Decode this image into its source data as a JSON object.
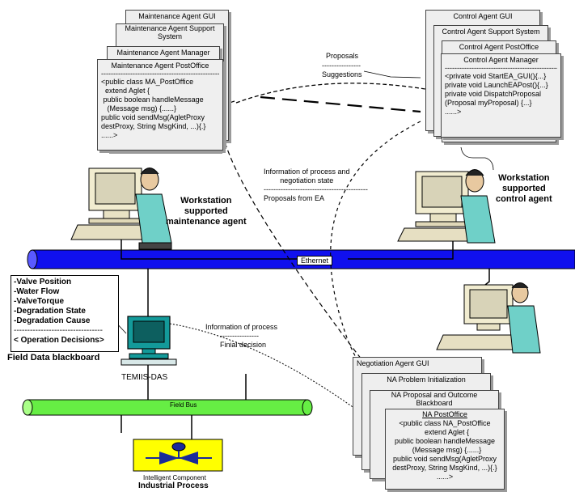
{
  "maintenance_cards": {
    "gui": "Maintenance Agent GUI",
    "support": "Maintenance Agent Support System",
    "manager": "Maintenance Agent Manager",
    "postoffice_title": "Maintenance Agent PostOffice",
    "postoffice_sep": "------------------------------------------------------",
    "postoffice_code": [
      "<public class MA_PostOffice",
      "  extend Aglet {",
      " public boolean handleMessage",
      "   (Message msg) {......}",
      "public void sendMsg(AgletProxy",
      "destProxy, String MsgKind, ...){.}",
      "......>"
    ]
  },
  "control_cards": {
    "gui": "Control Agent GUI",
    "support": "Control  Agent Support System",
    "postoffice": "Control Agent PostOffice",
    "manager_title": "Control Agent Manager",
    "manager_sep": "------------------------------------------------------",
    "manager_code": [
      "<private void StartEA_GUI(){...}",
      "private void LaunchEAPost(){...}",
      "private void DispatchProposal",
      "(Proposal myProposal) {...}",
      "......>"
    ]
  },
  "negotiation_cards": {
    "gui": "Negotiation Agent GUI",
    "problem": "NA Problem Initialization",
    "proposal": "NA Proposal and Outcome Blackboard",
    "postoffice_title": "NA PostOffice",
    "postoffice_code": [
      "<public class NA_PostOffice",
      "  extend Aglet {",
      "public boolean handleMessage",
      "  (Message msg) {......}",
      "public void sendMsg(AgletProxy",
      "destProxy, String MsgKind, ...){.}",
      "......>"
    ]
  },
  "labels": {
    "proposals": "Proposals",
    "proposals_sep": "----------------",
    "suggestions": "Suggestions",
    "info_process_state": "Information of process and\nnegotiation state",
    "info_sep": "-------------------------------------------",
    "proposals_from_ea": "Proposals from EA",
    "ws_maintenance": "Workstation\nsupported\nmaintenance agent",
    "ws_control": "Workstation\nsupported\ncontrol agent",
    "ethernet": "Ethernet",
    "field_bus": "Field Bus",
    "info_process": "Information of process",
    "info_process_sep": "----------------",
    "finial_decision": "Finial decision",
    "temiis": "TEMIIS-DAS",
    "field_data_blackboard": "Field Data blackboard",
    "intelligent_component": "Intelligent Component",
    "industrial_process": "Industrial Process"
  },
  "blackboard": {
    "items": [
      "-Valve Position",
      "-Water Flow",
      "-ValveTorque",
      "-Degradation State",
      "-Degradation Cause",
      "---------------------------------",
      "< Operation Decisions>"
    ]
  },
  "colors": {
    "ethernet_bus": "#1010ee",
    "field_bus": "#66ee44",
    "process_box": "#ffff00",
    "valve": "#1a2a99",
    "monitor": "#139a9a",
    "card": "#eeeeee"
  }
}
